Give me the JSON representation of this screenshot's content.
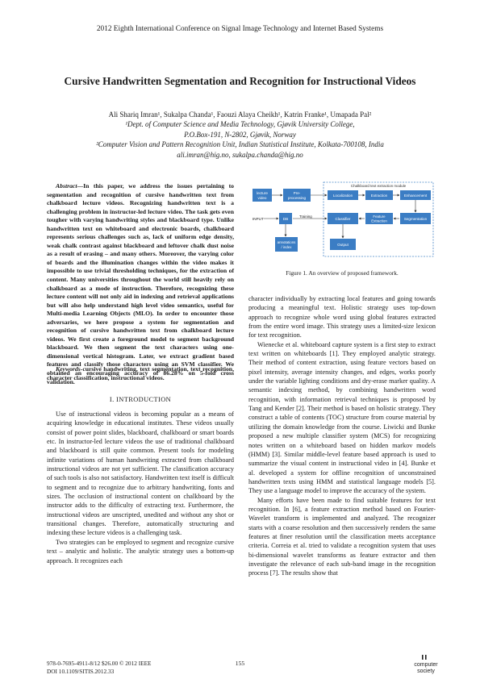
{
  "header": "2012 Eighth International Conference on Signal Image Technology and Internet Based Systems",
  "title": "Cursive Handwritten Segmentation and Recognition for Instructional Videos",
  "authors": "Ali Shariq Imran¹, Sukalpa Chanda¹, Faouzi Alaya Cheikh¹, Katrin Franke¹, Umapada Pal²",
  "aff1": "¹Dept. of Computer Science and Media Technology, Gjøvik University College,",
  "aff1b": "P.O.Box-191, N-2802, Gjøvik, Norway",
  "aff2": "²Computer Vision and Pattern Recognition Unit, Indian Statistical Institute, Kolkata-700108, India",
  "emails": "ali.imran@hig.no, sukalpa.chanda@hig.no",
  "abstract_label": "Abstract—",
  "abstract": "In this paper, we address the issues pertaining to segmentation and recognition of cursive handwritten text from chalkboard lecture videos. Recognizing handwritten text is a challenging problem in instructor-led lecture video. The task gets even tougher with varying handwriting styles and blackboard type. Unlike handwritten text on whiteboard and electronic boards, chalkboard represents serious challenges such as, lack of uniform edge density, weak chalk contrast against blackboard and leftover chalk dust noise as a result of erasing – and many others. Moreover, the varying color of boards and the illumination changes within the video makes it impossible to use trivial thresholding techniques, for the extraction of content. Many universities throughout the world still heavily rely on chalkboard as a mode of instruction. Therefore, recognizing these lecture content will not only aid in indexing and retrieval applications but will also help understand high level video semantics, useful for Multi-media Learning Objects (MLO). In order to encounter those adversaries, we here propose a system for segmentation and recognition of cursive handwritten text from chalkboard lecture videos. We first create a foreground model to segment background blackboard. We then segment the text characters using one-dimensional vertical histogram. Later, we extract gradient based features and classify those characters using an SVM classifier. We obtained an encouraging accuracy of 86.28% on 5-fold cross validation.",
  "keywords_label": "Keywords-",
  "keywords": "cursive handwriting, text segmentation, text recognition, character classification, instructional videos.",
  "section_title": "I. INTRODUCTION",
  "intro_p1": "Use of instructional videos is becoming popular as a means of acquiring knowledge in educational institutes. These videos usually consist of power point slides, blackboard, chalkboard or smart boards etc. In instructor-led lecture videos the use of traditional chalkboard and blackboard is still quite common. Present tools for modeling infinite variations of human handwriting extracted from chalkboard instructional videos are not yet sufficient. The classification accuracy of such tools is also not satisfactory. Handwritten text itself is difficult to segment and to recognize due to arbitrary handwriting, fonts and sizes. The occlusion of instructional content on chalkboard by the instructor adds to the difficulty of extracting text. Furthermore, the instructional videos are unscripted, unedited and without any shot or transitional changes. Therefore, automatically structuring and indexing these lecture videos is a challenging task.",
  "intro_p2": "Two strategies can be employed to segment and recognize cursive text – analytic and holistic. The analytic strategy uses a bottom-up approach. It recognizes each",
  "right_p1": "character individually by extracting local features and going towards producing a meaningful text. Holistic strategy uses top-down approach to recognize whole word using global features extracted from the entire word image. This strategy uses a limited-size lexicon for text recognition.",
  "right_p2": "Wienecke et al. whiteboard capture system is a first step to extract text written on whiteboards [1]. They employed analytic strategy. Their method of content extraction, using feature vectors based on pixel intensity, average intensity changes, and edges, works poorly under the variable lighting conditions and dry-erase marker quality. A semantic indexing method, by combining handwritten word recognition, with information retrieval techniques is proposed by Tang and Kender [2]. Their method is based on holistic strategy. They construct a table of contents (TOC) structure from course material by utilizing the domain knowledge from the course. Liwicki and Bunke proposed a new multiple classifier system (MCS) for recognizing notes written on a whiteboard based on hidden markov models (HMM) [3]. Similar middle-level feature based approach is used to summarize the visual content in instructional video in [4]. Bunke et al. developed a system for offline recognition of unconstrained handwritten texts using HMM and statistical language models [5]. They use a language model to improve the accuracy of the system.",
  "right_p3": "Many efforts have been made to find suitable features for text recognition. In [6], a feature extraction method based on Fourier-Wavelet transform is implemented and analyzed. The recognizer starts with a coarse resolution and then successively renders the same features at finer resolution until the classification meets acceptance criteria. Correia et al. tried to validate a recognition system that uses bi-dimensional wavelet transforms as feature extractor and then investigate the relevance of each sub-band image in the recognition process [7]. The results show that",
  "figure": {
    "caption": "Figure 1.    An overview of proposed framework.",
    "b_lecture": "lecture",
    "b_lecture2": "video",
    "b_pre": "Pre-",
    "b_pre2": "processing",
    "b_local": "Localization",
    "b_extract": "Extraction",
    "b_enhance": "Enhancement",
    "b_input": "INPUT",
    "b_db": "DB",
    "b_training": "Training",
    "b_classifier": "Classifier",
    "b_feature": "Feature",
    "b_feature2": "Extraction",
    "b_segment": "Segmentation",
    "b_ann": "annotations",
    "b_ann2": "/ index",
    "b_output": "Output",
    "b_top": "Chalkboard text extraction module",
    "color_box": "#3b7dc4",
    "color_border": "#4a86c8"
  },
  "footer_isbn": "978-0-7695-4911-8/12 $26.00 © 2012 IEEE",
  "footer_doi": "DOI 10.1109/SITIS.2012.33",
  "page_number": "155",
  "logo_text1": "computer",
  "logo_text2": "society"
}
